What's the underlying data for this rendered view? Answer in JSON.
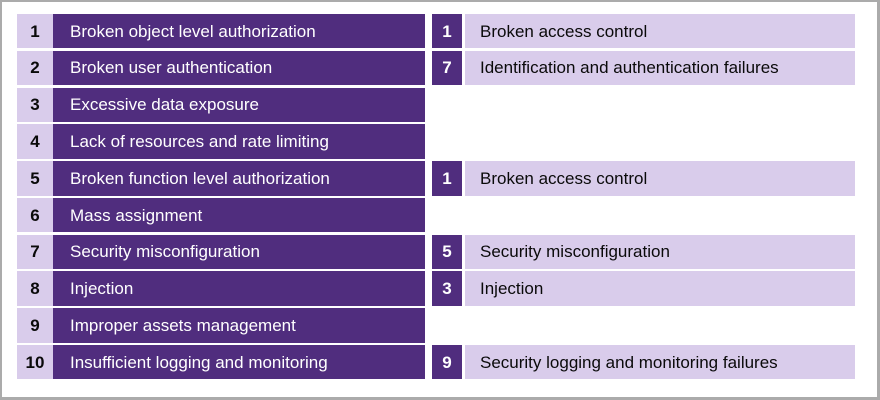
{
  "colors": {
    "dark_purple": "#502D7E",
    "light_purple": "#D9CCEB",
    "frame_border": "#ABABAB",
    "text_on_dark": "#FFFFFF",
    "text_on_light": "#0A0A0A"
  },
  "rows": [
    {
      "api_rank": "1",
      "api_item": "Broken object level authorization",
      "owasp_rank": "1",
      "owasp_item": "Broken access control"
    },
    {
      "api_rank": "2",
      "api_item": "Broken user authentication",
      "owasp_rank": "7",
      "owasp_item": "Identification and authentication failures"
    },
    {
      "api_rank": "3",
      "api_item": "Excessive data exposure",
      "owasp_rank": null,
      "owasp_item": null
    },
    {
      "api_rank": "4",
      "api_item": "Lack of resources and rate limiting",
      "owasp_rank": null,
      "owasp_item": null
    },
    {
      "api_rank": "5",
      "api_item": "Broken function level authorization",
      "owasp_rank": "1",
      "owasp_item": "Broken access control"
    },
    {
      "api_rank": "6",
      "api_item": "Mass assignment",
      "owasp_rank": null,
      "owasp_item": null
    },
    {
      "api_rank": "7",
      "api_item": "Security misconfiguration",
      "owasp_rank": "5",
      "owasp_item": "Security misconfiguration"
    },
    {
      "api_rank": "8",
      "api_item": "Injection",
      "owasp_rank": "3",
      "owasp_item": "Injection"
    },
    {
      "api_rank": "9",
      "api_item": "Improper assets management",
      "owasp_rank": null,
      "owasp_item": null
    },
    {
      "api_rank": "10",
      "api_item": "Insufficient logging and monitoring",
      "owasp_rank": "9",
      "owasp_item": "Security logging and monitoring failures"
    }
  ]
}
